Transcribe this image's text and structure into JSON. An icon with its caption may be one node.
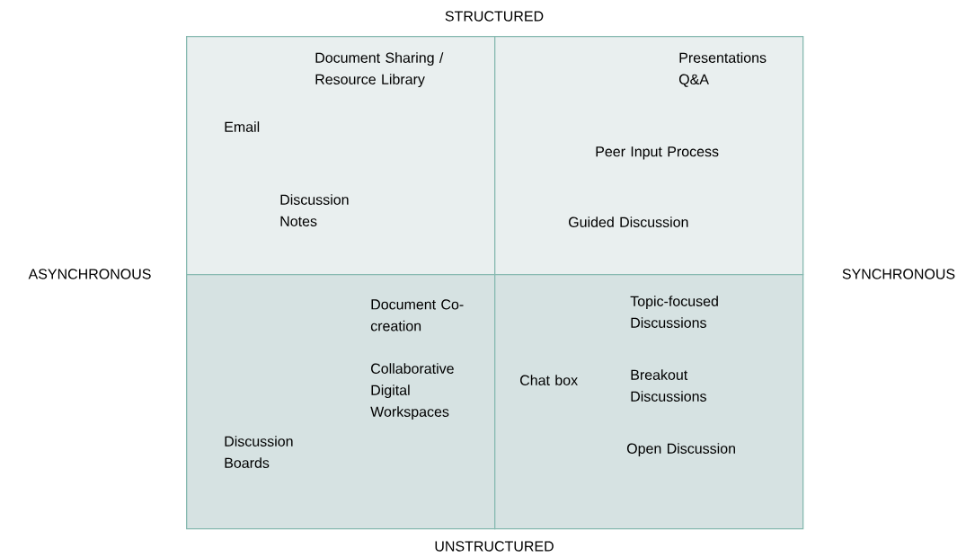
{
  "diagram": {
    "nodes": [
      {
        "text": [
          "Document Sharing / Resource Library",
          "Email",
          "Discussion Notes"
        ]
      },
      {
        "text": [
          "Presentations Q&A",
          "Peer Input Process",
          "Guided Discussion"
        ]
      },
      {
        "text": [
          "Document Co-creation",
          "Collaborative Digital Workspaces",
          "Discussion Boards"
        ]
      },
      {
        "text": [
          "Chat box",
          "Topic-focused Discussions",
          "Breakout Discussions",
          "Open Discussion"
        ]
      }
    ],
    "labels": [
      "STRUCTURED",
      "ASYNCHRONOUS",
      "SYNCHRONOUS",
      "UNSTRUCTURED"
    ]
  }
}
